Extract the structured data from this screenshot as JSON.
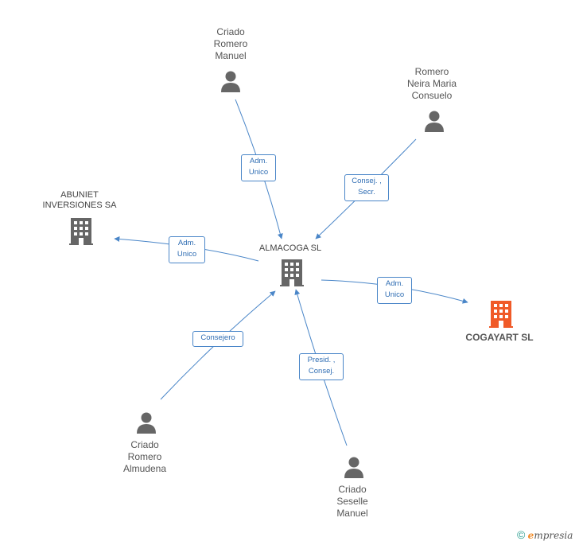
{
  "colors": {
    "edge": "#4a86c8",
    "person_icon": "#666666",
    "company_icon": "#666666",
    "highlight_company_icon": "#f05a28"
  },
  "nodes": {
    "almacoga": "ALMACOGA SL",
    "abuniet": "ABUNIET\nINVERSIONES SA",
    "cogayart": "COGAYART SL",
    "criado_manuel": "Criado\nRomero\nManuel",
    "romero_consuelo": "Romero\nNeira Maria\nConsuelo",
    "criado_almudena": "Criado\nRomero\nAlmudena",
    "criado_seselle": "Criado\nSeselle\nManuel"
  },
  "edges": {
    "manuel_to_almacoga": "Adm.\nUnico",
    "consuelo_to_almacoga": "Consej. ,\nSecr.",
    "almacoga_to_abuniet": "Adm.\nUnico",
    "almacoga_to_cogayart": "Adm.\nUnico",
    "almudena_to_almacoga": "Consejero",
    "seselle_to_almacoga": "Presid. ,\nConsej."
  },
  "footer": {
    "copyright": "©",
    "brand_initial": "e",
    "brand_rest": "mpresia"
  }
}
